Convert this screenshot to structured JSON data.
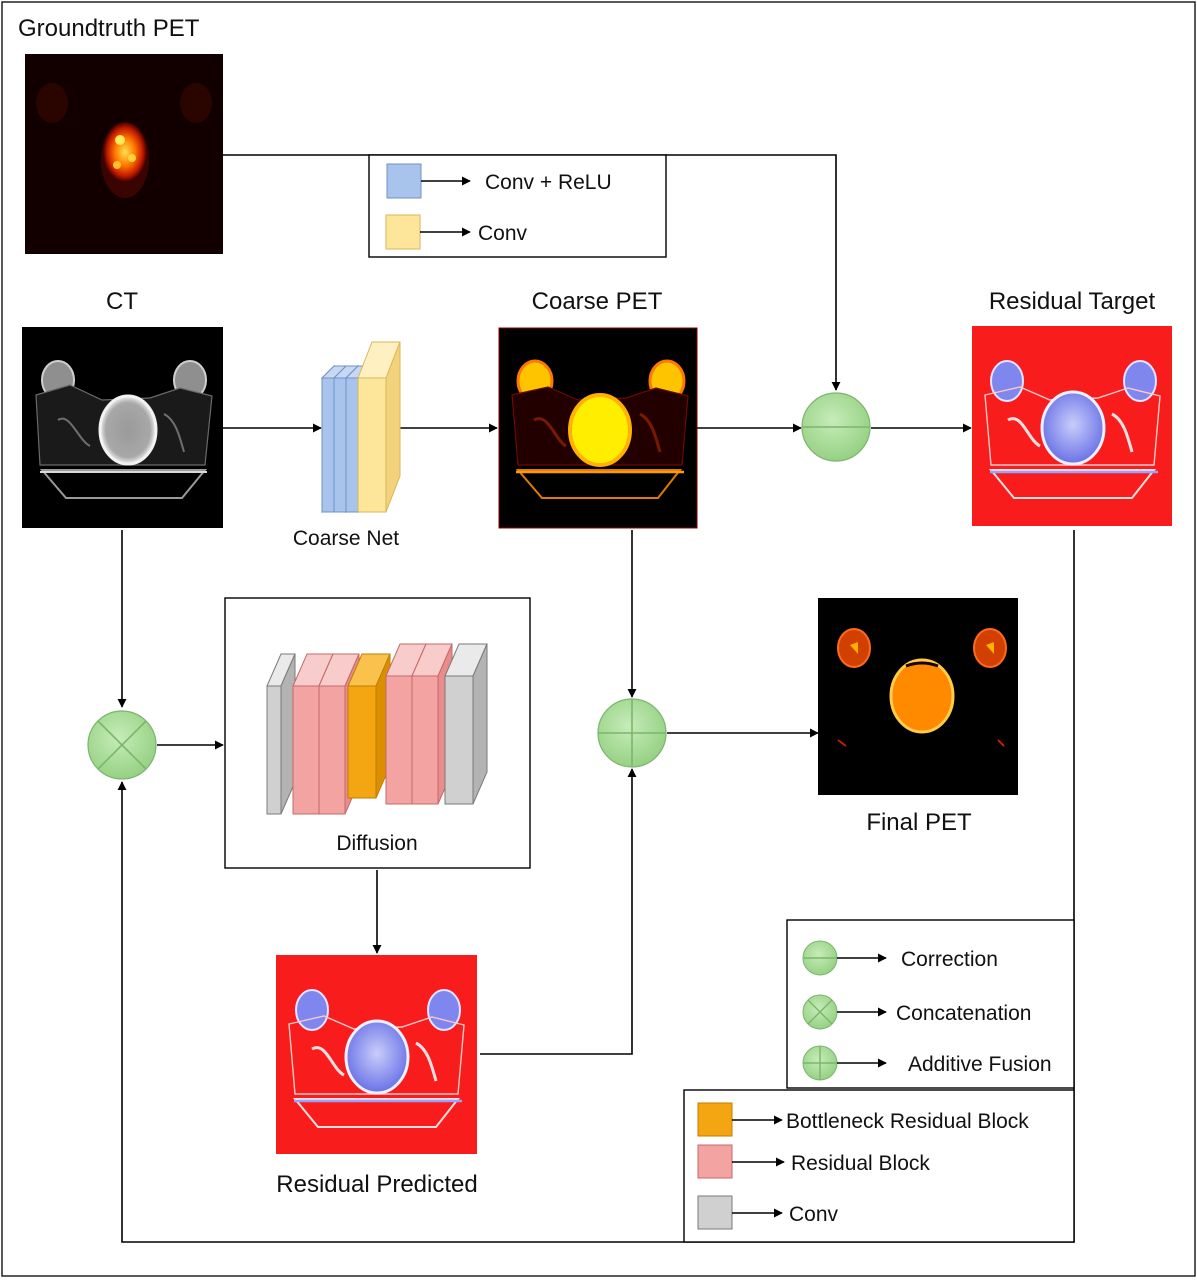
{
  "labels": {
    "groundtruth_pet": "Groundtruth PET",
    "ct": "CT",
    "coarse_pet": "Coarse PET",
    "residual_target": "Residual Target",
    "coarse_net": "Coarse Net",
    "diffusion": "Diffusion",
    "final_pet": "Final PET",
    "residual_predicted": "Residual Predicted"
  },
  "legend_top": {
    "conv_relu": "Conv + ReLU",
    "conv": "Conv"
  },
  "legend_ops": {
    "correction": "Correction",
    "concatenation": "Concatenation",
    "additive_fusion": "Additive Fusion"
  },
  "legend_blocks": {
    "bottleneck": "Bottleneck Residual Block",
    "residual": "Residual Block",
    "conv": "Conv"
  },
  "colors": {
    "conv_relu": "#a9c4ec",
    "conv_yellow": "#fde59a",
    "bottleneck": "#f3a611",
    "residual_block": "#f4a3a3",
    "conv_gray": "#d0d0d0",
    "operator_fill": "#a8dc9a",
    "operator_stroke": "#7cb56c",
    "residual_map": "#f81c1c",
    "pet_hot": "#ffd400"
  }
}
